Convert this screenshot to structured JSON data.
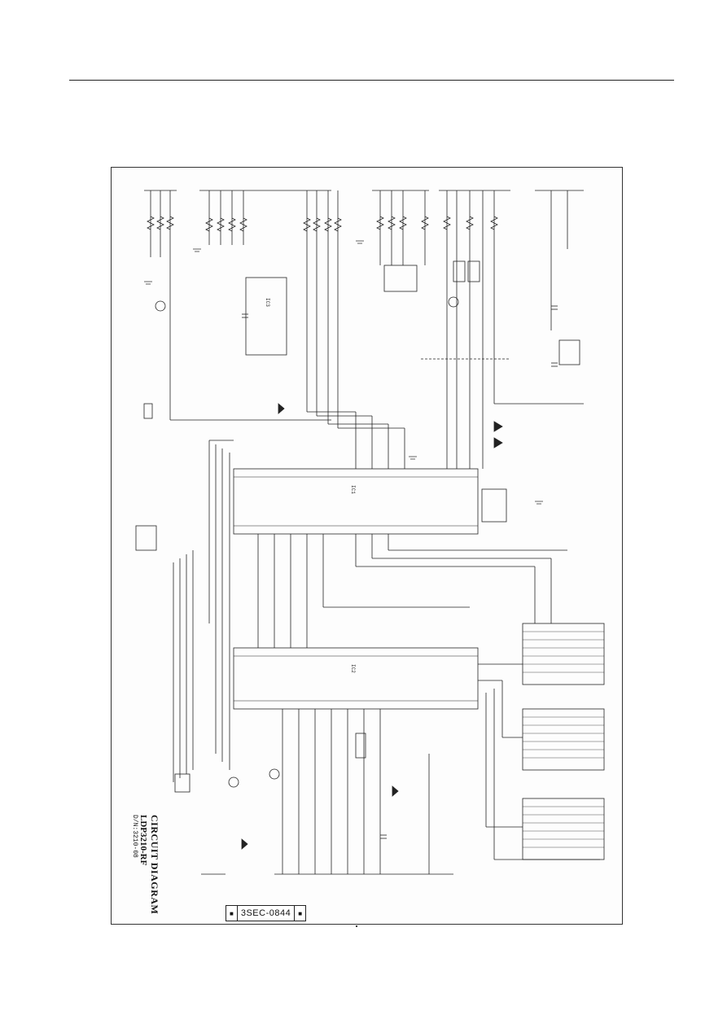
{
  "diagram": {
    "title": "CIRCUIT DIAGRAM",
    "model": "LDP3210-RF",
    "drawing_no": "D/N:3210-08",
    "doc_number": "3SEC-0844",
    "ic_main": "IC1",
    "ic_secondary": "IC2",
    "ic_display": "IC3"
  }
}
